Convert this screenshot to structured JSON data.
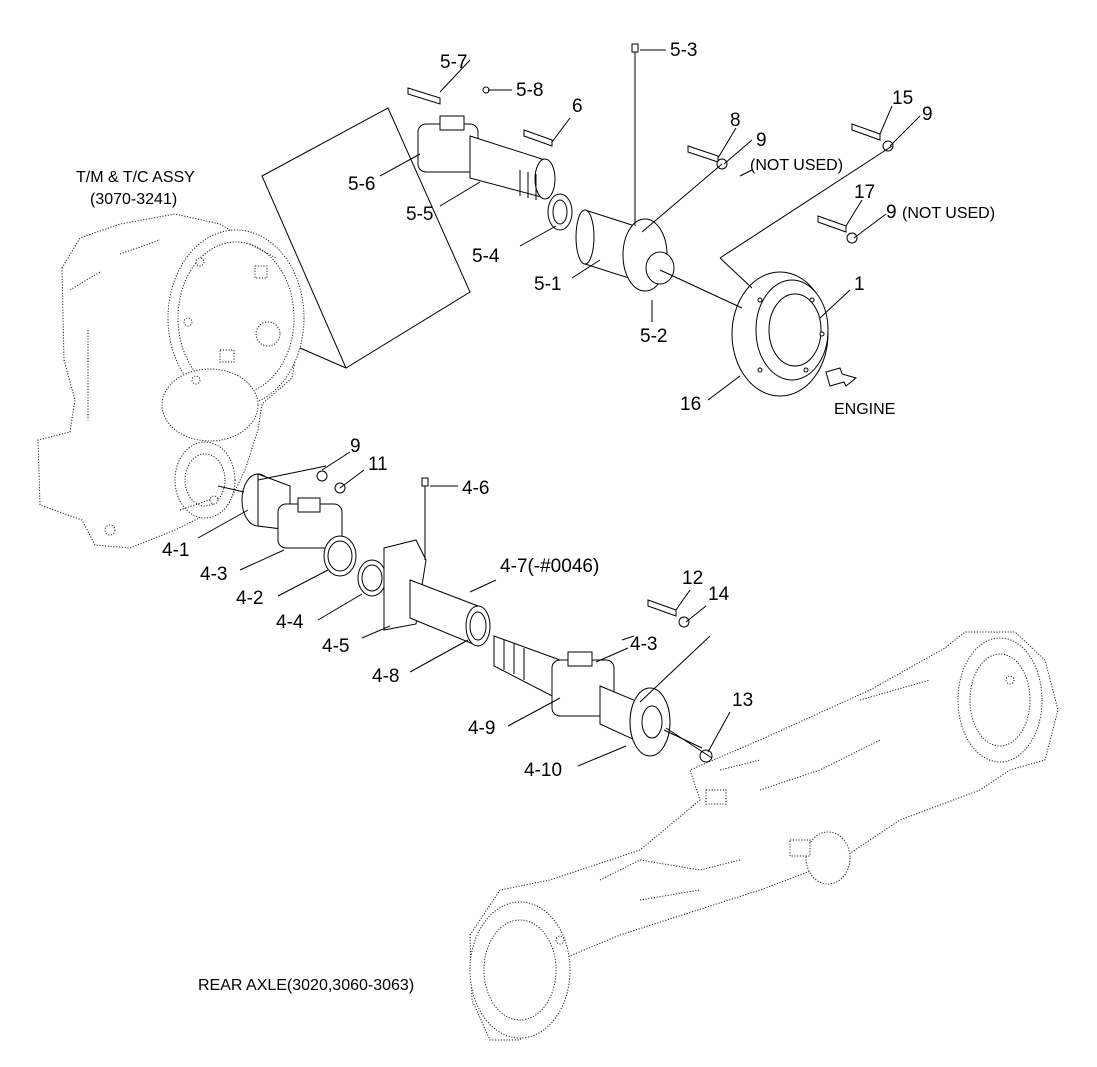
{
  "captions": {
    "tm_title": "T/M & T/C ASSY",
    "tm_ref": "(3070-3241)",
    "engine": "ENGINE",
    "rear_axle": "REAR AXLE(3020,3060-3063)"
  },
  "callouts": {
    "c5_7": "5-7",
    "c5_8": "5-8",
    "c5_3": "5-3",
    "c6": "6",
    "c8": "8",
    "c9a": "9",
    "not_used_a": "(NOT USED)",
    "c15": "15",
    "c9b": "9",
    "c17": "17",
    "c9c": "9",
    "not_used_c": "(NOT USED)",
    "c5_6": "5-6",
    "c5_5": "5-5",
    "c5_4": "5-4",
    "c5_1": "5-1",
    "c5_2": "5-2",
    "c1": "1",
    "c16": "16",
    "c9d": "9",
    "c11": "11",
    "c4_6": "4-6",
    "c4_1": "4-1",
    "c4_3a": "4-3",
    "c4_2": "4-2",
    "c4_4": "4-4",
    "c4_5": "4-5",
    "c4_7": "4-7(-#0046)",
    "c4_8": "4-8",
    "c12": "12",
    "c14": "14",
    "c4_3b": "4-3",
    "c13": "13",
    "c4_9": "4-9",
    "c4_10": "4-10"
  }
}
